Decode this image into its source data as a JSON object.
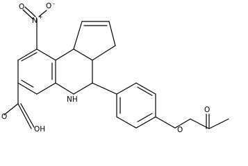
{
  "structure": {
    "atoms": {
      "nitro_n": "N",
      "nitro_o_top": "O",
      "nitro_o_left": "O",
      "amine": "NH",
      "acid": "OH",
      "ester_o_single": "O",
      "ester_o_double": "O",
      "carbonyl_o_acid": "O"
    },
    "charges": {
      "nitro_n": "+",
      "nitro_o_top": "-"
    }
  }
}
